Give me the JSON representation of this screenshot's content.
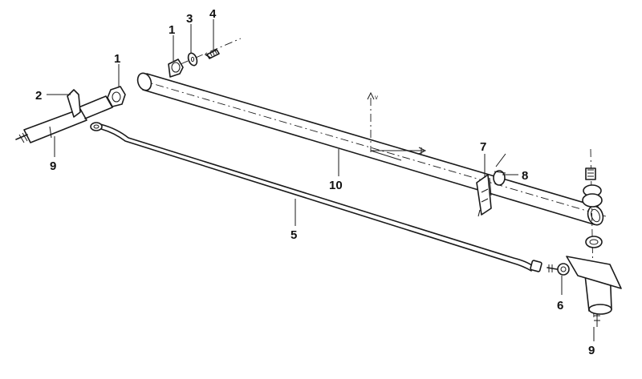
{
  "callouts": {
    "c1a": "1",
    "c1b": "1",
    "c2": "2",
    "c3": "3",
    "c4": "4",
    "c5": "5",
    "c6": "6",
    "c7": "7",
    "c8": "8",
    "c9a": "9",
    "c9b": "9",
    "c10": "10"
  },
  "axis_markers": {
    "vertical": "v"
  }
}
